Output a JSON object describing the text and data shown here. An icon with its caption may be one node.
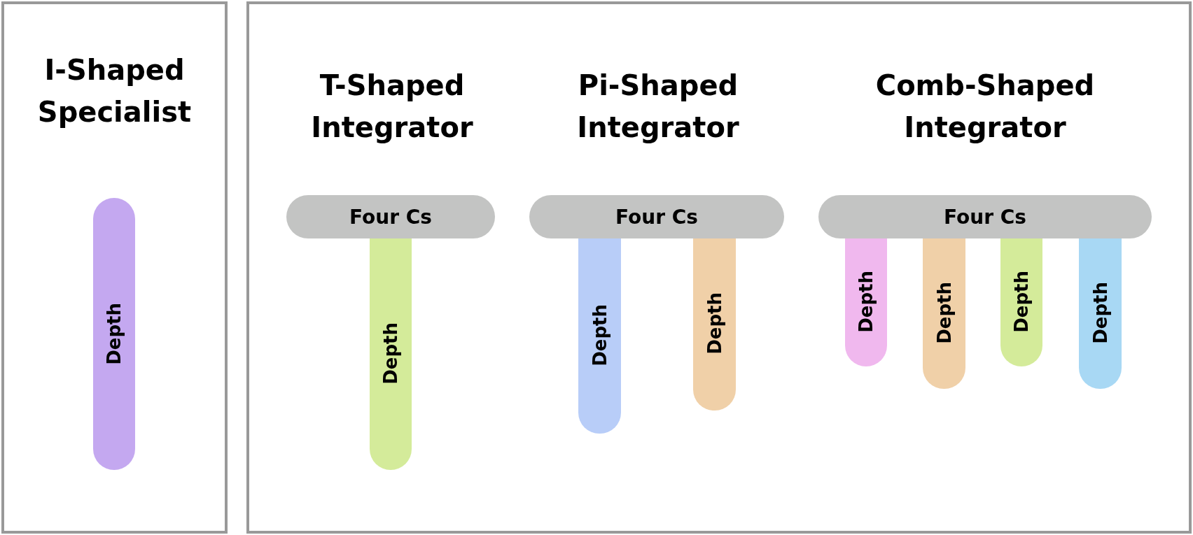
{
  "diagram": {
    "nodes": [
      {
        "text": [
          "I-Shaped Specialist"
        ]
      },
      {
        "text": [
          "Depth"
        ],
        "in": 0
      },
      {
        "text": [],
        "shape": "box"
      },
      {
        "text": [
          "Four Cs"
        ],
        "in": 2
      },
      {
        "text": [
          "Depth"
        ],
        "in": 2
      },
      {
        "text": [
          "Four Cs"
        ],
        "in": 2
      },
      {
        "text": [
          "Depth"
        ],
        "in": 2
      },
      {
        "text": [
          "Depth"
        ],
        "in": 2
      },
      {
        "text": [
          "Four Cs"
        ],
        "in": 2
      },
      {
        "text": [
          "Depth"
        ],
        "in": 2
      },
      {
        "text": [
          "Depth"
        ],
        "in": 2
      },
      {
        "text": [
          "Depth"
        ],
        "in": 2
      },
      {
        "text": [
          "Depth"
        ],
        "in": 2
      }
    ],
    "edges": [],
    "labels": [
      "T-Shaped Integrator",
      "Pi-Shaped Integrator",
      "Comb-Shaped Integrator"
    ]
  }
}
